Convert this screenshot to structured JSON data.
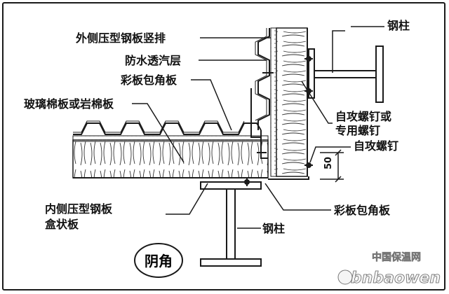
{
  "labels": {
    "outer_vertical_panel": "外侧压型钢板竖排",
    "vapor_permeable_layer": "防水透汽层",
    "color_panel_corner_top": "彩板包角板",
    "glass_wool": "玻璃棉板或岩棉板",
    "steel_column_top": "钢柱",
    "self_tapping_or_special_screw_line1": "自攻螺钉或",
    "self_tapping_or_special_screw_line2": "专用螺钉",
    "self_tapping_screw": "自攻螺钉",
    "dimension_value": "50",
    "color_panel_corner_bottom": "彩板包角板",
    "inner_panel_line1": "内侧压型钢板",
    "inner_panel_line2": "盒状板",
    "steel_column_bottom": "钢柱",
    "corner_type": "阴角"
  },
  "watermark": {
    "site_cn": "中国保温网",
    "site_en": "bnbaowen"
  },
  "colors": {
    "line": "#1a1a1a",
    "background": "#ffffff"
  }
}
